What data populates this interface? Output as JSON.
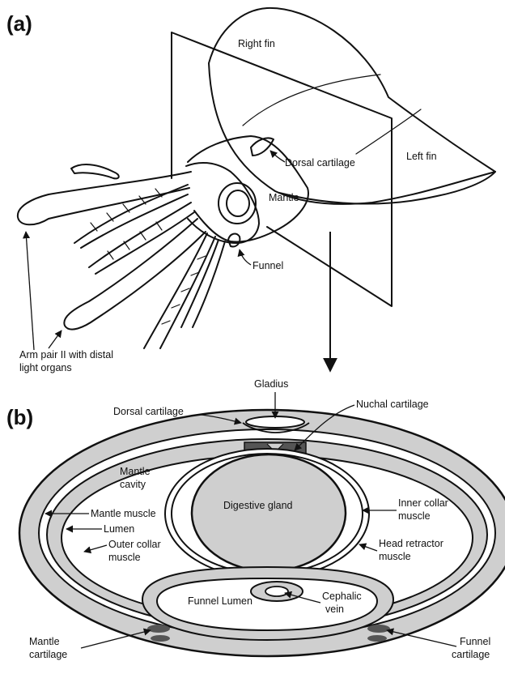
{
  "panels": {
    "a": "(a)",
    "b": "(b)"
  },
  "labels_a": {
    "right_fin": "Right fin",
    "dorsal_cartilage": "Dorsal cartilage",
    "left_fin": "Left fin",
    "mantle": "Mantle",
    "funnel": "Funnel",
    "arm_pair_line1": "Arm pair II with distal",
    "arm_pair_line2": "light organs"
  },
  "labels_b": {
    "gladius": "Gladius",
    "dorsal_cartilage": "Dorsal cartilage",
    "nuchal_cartilage": "Nuchal cartilage",
    "mantle_cavity_line1": "Mantle",
    "mantle_cavity_line2": "cavity",
    "digestive_gland": "Digestive gland",
    "mantle_muscle": "Mantle muscle",
    "inner_collar_line1": "Inner collar",
    "inner_collar_line2": "muscle",
    "lumen": "Lumen",
    "head_retractor_line1": "Head retractor",
    "head_retractor_line2": "muscle",
    "outer_collar_line1": "Outer collar",
    "outer_collar_line2": "muscle",
    "funnel_lumen": "Funnel Lumen",
    "cephalic_line1": "Cephalic",
    "cephalic_line2": "vein",
    "mantle_cartilage_line1": "Mantle",
    "mantle_cartilage_line2": "cartilage",
    "funnel_cartilage_line1": "Funnel",
    "funnel_cartilage_line2": "cartilage"
  },
  "colors": {
    "tissue_fill": "#cfcfcf",
    "cartilage_fill": "#555555",
    "line": "#111111"
  }
}
